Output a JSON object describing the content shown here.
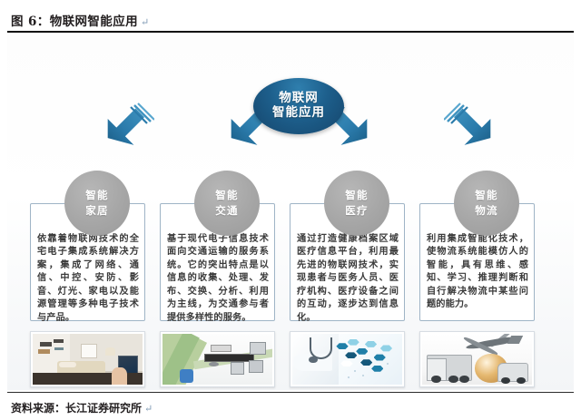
{
  "figure": {
    "title": "图 6：物联网智能应用",
    "title_mark": "↵",
    "source_label": "资料来源：长江证券研究所",
    "source_mark": "↵"
  },
  "colors": {
    "hub_blue": "#1d5f8c",
    "arrow_blue": "#2b7bab",
    "bubble_gray": "#a6a6a6",
    "box_border": "#9fb4c6",
    "rule": "#111111",
    "body_text": "#3b3b3b"
  },
  "hub": {
    "line1": "物联网",
    "line2": "智能应用"
  },
  "arrows": [
    {
      "name": "arrow-to-smart-home",
      "direction": "down-left"
    },
    {
      "name": "arrow-to-smart-transport",
      "direction": "down-left"
    },
    {
      "name": "arrow-to-smart-medical",
      "direction": "down-right"
    },
    {
      "name": "arrow-to-smart-logistics",
      "direction": "down-right"
    }
  ],
  "pillars": [
    {
      "bubble_line1": "智能",
      "bubble_line2": "家居",
      "description": "依靠着物联网技术的全宅电子集成系统解决方案，集成了网络、通信、中控、安防、影音、灯光、家电以及能源管理等多种电子技术与产品。",
      "photo": "smart-home-bedroom-photo"
    },
    {
      "bubble_line1": "智能",
      "bubble_line2": "交通",
      "description": "基于现代电子信息技术面向交通运输的服务系统。它的突出特点是以信息的收集、处理、发布、交换、分析、利用为主线，为交通参与者提供多样性的服务。",
      "photo": "intelligent-transport-highway-photo"
    },
    {
      "bubble_line1": "智能",
      "bubble_line2": "医疗",
      "description": "通过打造健康档案区域医疗信息平台，利用最先进的物联网技术，实现患者与医务人员、医疗机构、医疗设备之间的互动，逐步达到信息化。",
      "photo": "smart-medical-doctor-photo"
    },
    {
      "bubble_line1": "智能",
      "bubble_line2": "物流",
      "description": "利用集成智能化技术，使物流系统能模仿人的智能，具有思维、感知、学习、推理判断和自行解决物流中某些问题的能力。",
      "photo": "smart-logistics-transport-photo"
    }
  ]
}
